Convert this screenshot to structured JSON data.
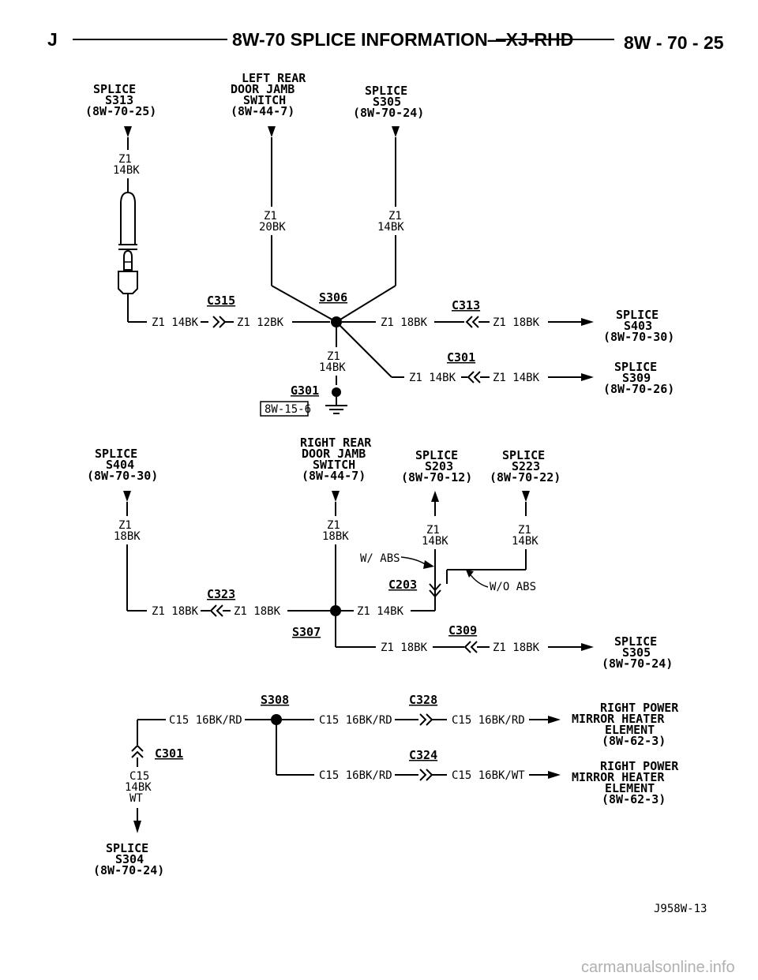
{
  "header": {
    "left": "J",
    "title": "8W-70 SPLICE INFORMATION—XJ-RHD",
    "page": "8W - 70 - 25"
  },
  "top": {
    "splice_s313": [
      "SPLICE",
      "S313",
      "(8W-70-25)"
    ],
    "left_rear_jamb": [
      "LEFT REAR",
      "DOOR JAMB",
      "SWITCH",
      "(8W-44-7)"
    ],
    "splice_s305": [
      "SPLICE",
      "S305",
      "(8W-70-24)"
    ],
    "wire_a": [
      "Z1",
      "14BK"
    ],
    "wire_b": [
      "Z1",
      "20BK"
    ],
    "wire_c": [
      "Z1",
      "14BK"
    ],
    "c315": "C315",
    "s306": "S306",
    "c313": "C313",
    "c301": "C301",
    "w_z1_14bk": "Z1 14BK",
    "w_z1_12bk": "Z1 12BK",
    "w_z1_18bk_1": "Z1 18BK",
    "w_z1_18bk_2": "Z1 18BK",
    "w_z1_14bk_2": "Z1 14BK",
    "w_z1_14bk_3": "Z1 14BK",
    "ground_wire": [
      "Z1",
      "14BK"
    ],
    "g301": "G301",
    "ref_box": "8W-15-6",
    "splice_s403": [
      "SPLICE",
      "S403",
      "(8W-70-30)"
    ],
    "splice_s309": [
      "SPLICE",
      "S309",
      "(8W-70-26)"
    ]
  },
  "middle": {
    "splice_s404": [
      "SPLICE",
      "S404",
      "(8W-70-30)"
    ],
    "right_rear_jamb": [
      "RIGHT REAR",
      "DOOR JAMB",
      "SWITCH",
      "(8W-44-7)"
    ],
    "splice_s203": [
      "SPLICE",
      "S203",
      "(8W-70-12)"
    ],
    "splice_s223": [
      "SPLICE",
      "S223",
      "(8W-70-22)"
    ],
    "wire_d": [
      "Z1",
      "18BK"
    ],
    "wire_e": [
      "Z1",
      "18BK"
    ],
    "wire_f": [
      "Z1",
      "14BK"
    ],
    "wire_g": [
      "Z1",
      "14BK"
    ],
    "w_abs": "W/ ABS",
    "wo_abs": "W/O ABS",
    "c203": "C203",
    "c323": "C323",
    "w_z1_18bk_3": "Z1 18BK",
    "w_z1_18bk_4": "Z1 18BK",
    "w_z1_14bk_4": "Z1 14BK",
    "s307": "S307",
    "c309": "C309",
    "w_z1_18bk_5": "Z1 18BK",
    "w_z1_18bk_6": "Z1 18BK",
    "splice_s305b": [
      "SPLICE",
      "S305",
      "(8W-70-24)"
    ]
  },
  "bottom": {
    "s308": "S308",
    "c328": "C328",
    "c324": "C324",
    "c301b": "C301",
    "w_c15_1": "C15 16BK/RD",
    "w_c15_2": "C15 16BK/RD",
    "w_c15_3": "C15 16BK/RD",
    "w_c15_4": "C15 16BK/RD",
    "w_c15_5": "C15 16BK/WT",
    "vert_wire": [
      "C15",
      "14BK",
      "WT"
    ],
    "mirror_1": [
      "RIGHT POWER",
      "MIRROR HEATER",
      "ELEMENT",
      "(8W-62-3)"
    ],
    "mirror_2": [
      "RIGHT POWER",
      "MIRROR HEATER",
      "ELEMENT",
      "(8W-62-3)"
    ],
    "splice_s304": [
      "SPLICE",
      "S304",
      "(8W-70-24)"
    ]
  },
  "footer": {
    "code": "J958W-13",
    "watermark": "carmanualsonline.info"
  }
}
